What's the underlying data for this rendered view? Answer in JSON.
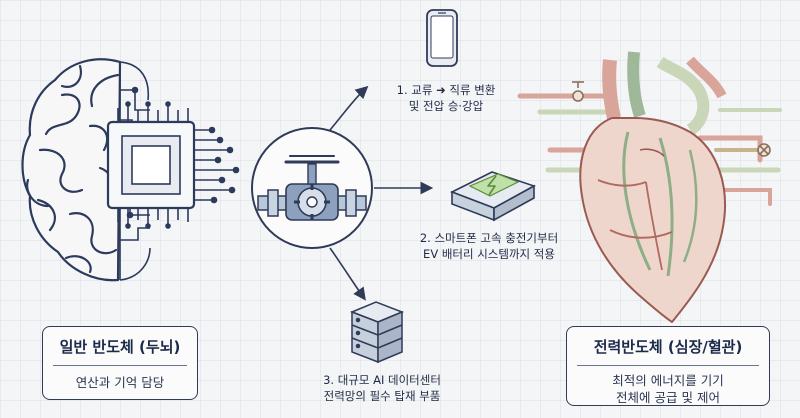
{
  "left_panel": {
    "title": "일반 반도체 (두뇌)",
    "description": "연산과 기억 담당"
  },
  "right_panel": {
    "title": "전력반도체 (심장/혈관)",
    "description_line1": "최적의 에너지를 기기",
    "description_line2": "전체에 공급 및 제어"
  },
  "items": [
    {
      "line1": "1. 교류 ➜ 직류 변환",
      "line2": "및 전압 승·강압",
      "icon": "smartphone-icon"
    },
    {
      "line1": "2. 스마트폰 고속 충전기부터",
      "line2": "EV 배터리 시스템까지 적용",
      "icon": "battery-pack-icon"
    },
    {
      "line1": "3. 대규모 AI 데이터센터",
      "line2": "전력망의 필수 탑재 부품",
      "icon": "server-rack-icon"
    }
  ],
  "center_icon": "valve-gear-icon",
  "colors": {
    "navy": "#1f2a44",
    "brain_blue": "#2c3a5c",
    "heart_red": "#c98a80",
    "vessel_green": "#9fb89a",
    "battery_green": "#7fae5a"
  }
}
